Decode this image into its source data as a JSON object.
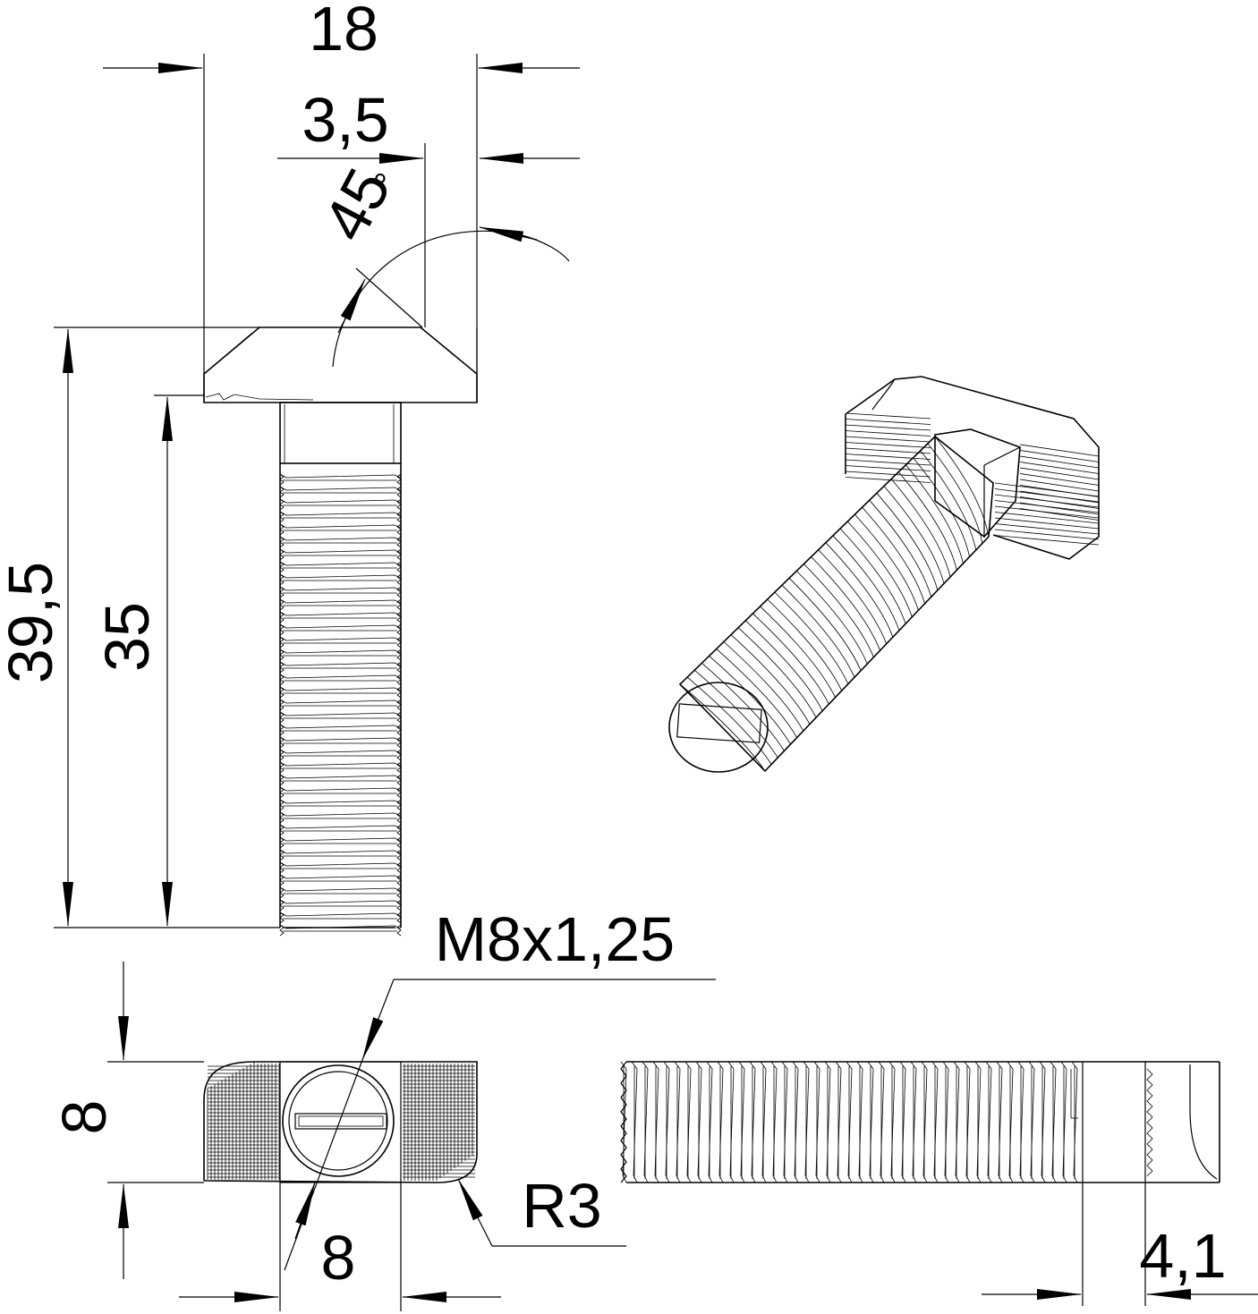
{
  "dimensions": {
    "head_width": "18",
    "offset": "3,5",
    "angle": "45",
    "degree_symbol": "°",
    "total_length": "39,5",
    "shank_length": "35",
    "thread": "M8x1,25",
    "head_height": "8",
    "shank_width": "8",
    "radius": "R3",
    "head_thickness": "4,1"
  }
}
